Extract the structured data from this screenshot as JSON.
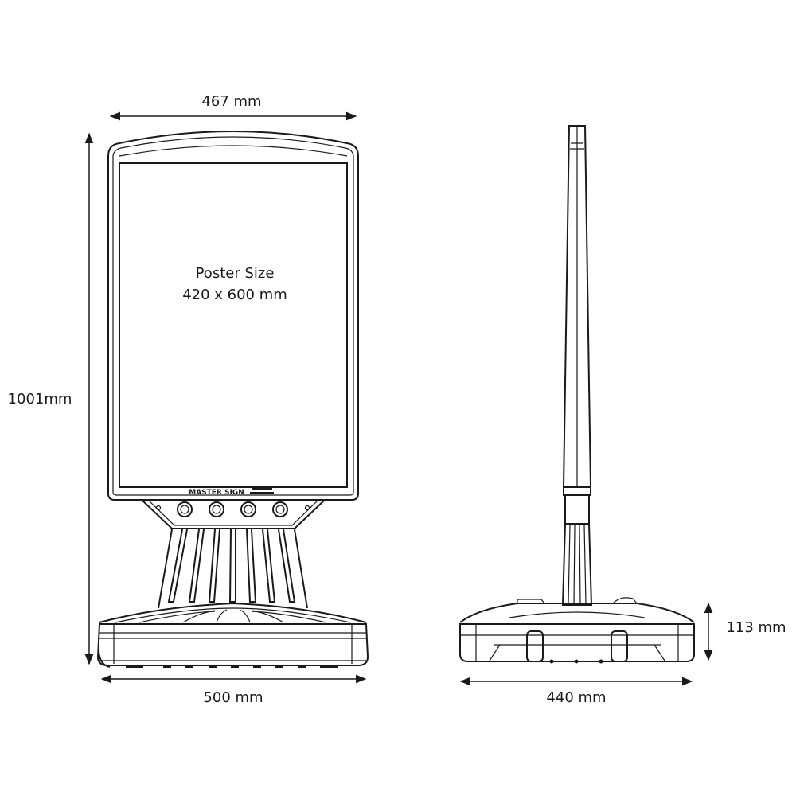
{
  "dimensions": {
    "top_width": "467 mm",
    "height": "1001mm",
    "base_width": "500 mm",
    "side_width": "440 mm",
    "base_height": "113 mm"
  },
  "poster": {
    "title": "Poster Size",
    "size": "420 x 600 mm"
  },
  "logo": {
    "text": "MASTER SIGN"
  },
  "colors": {
    "line": "#1a1a1a",
    "background": "#ffffff"
  }
}
